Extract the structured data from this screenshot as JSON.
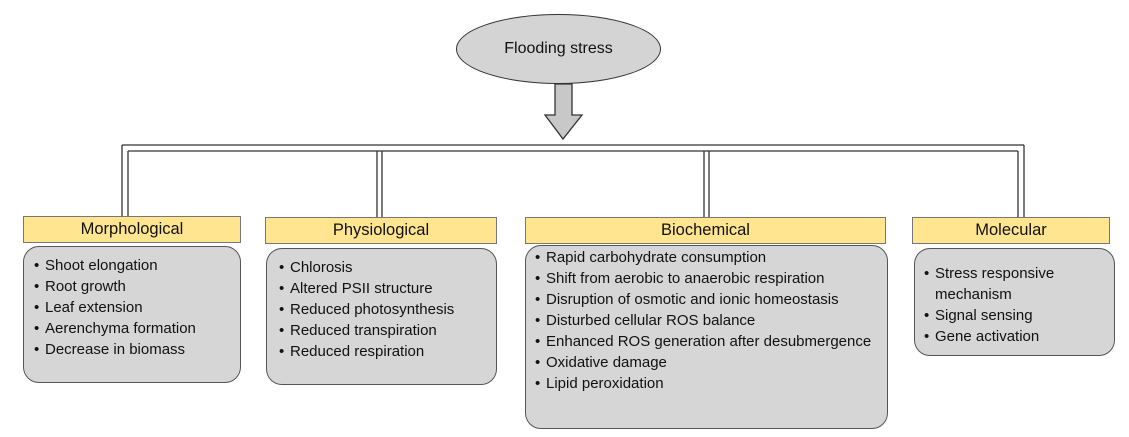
{
  "root": {
    "label": "Flooding stress"
  },
  "categories": [
    {
      "title": "Morphological",
      "items": [
        "Shoot elongation",
        "Root growth",
        "Leaf extension",
        "Aerenchyma formation",
        "Decrease in biomass"
      ]
    },
    {
      "title": "Physiological",
      "items": [
        "Chlorosis",
        "Altered PSII structure",
        "Reduced photosynthesis",
        "Reduced transpiration",
        "Reduced respiration"
      ]
    },
    {
      "title": "Biochemical",
      "items": [
        "Rapid carbohydrate consumption",
        "Shift from aerobic to anaerobic respiration",
        "Disruption of osmotic and ionic homeostasis",
        "Disturbed cellular ROS balance",
        "Enhanced ROS generation after desubmergence",
        "Oxidative damage",
        "Lipid peroxidation"
      ]
    },
    {
      "title": "Molecular",
      "items": [
        "Stress responsive mechanism",
        "Signal sensing",
        "Gene activation"
      ]
    }
  ],
  "colors": {
    "header_fill": "#ffe590",
    "box_fill": "#d6d6d6",
    "root_fill": "#d4d4d4",
    "arrow_fill": "#c8c8c8"
  }
}
